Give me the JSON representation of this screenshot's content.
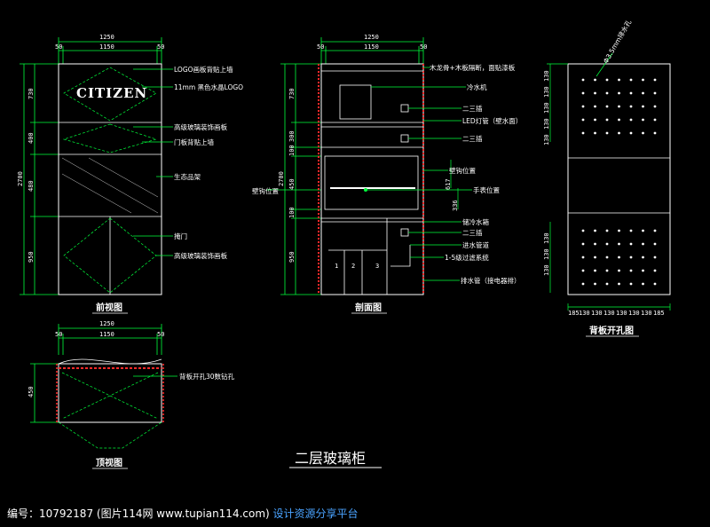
{
  "drawing": {
    "main_title": "二层玻璃柜",
    "front_view": {
      "title": "前视图",
      "dims_top": [
        "1250",
        "50",
        "1150",
        "50"
      ],
      "dims_left_total": "2700",
      "dims_left": [
        "730",
        "400",
        "480",
        "950"
      ],
      "logo": "CITIZEN",
      "labels": [
        "LOGO画板背贴上墙",
        "11mm 黑色水晶LOGO",
        "高级玻璃装饰画板",
        "门板背贴上墙",
        "生态品架",
        "掩门",
        "高级玻璃装饰画板"
      ]
    },
    "section_view": {
      "title": "剖面图",
      "dims_top": [
        "1250",
        "50",
        "1150",
        "50"
      ],
      "dims_left_total": "2700",
      "dims_left": [
        "730",
        "300",
        "100",
        "450",
        "100",
        "950"
      ],
      "dims_inner": [
        "617",
        "336"
      ],
      "left_labels": [
        "壁钩位置"
      ],
      "labels": [
        "木龙骨+木板隔断，面贴漆板",
        "冷水机",
        "二三插",
        "LED灯管（壁水面）",
        "二三插",
        "壁钩位置",
        "手表位置",
        "储冷水箱",
        "二三插",
        "进水管道",
        "1-5级过滤系统",
        "排水管（接电器排）"
      ],
      "drawer_numbers": [
        "1",
        "2",
        "3"
      ]
    },
    "back_view": {
      "title": "背板开孔图",
      "note": "Φ3.5mm排水孔",
      "dims_bottom": [
        "185",
        "130",
        "130",
        "130",
        "130",
        "130",
        "130",
        "185"
      ],
      "dims_left": [
        "130",
        "130",
        "130",
        "130",
        "130"
      ]
    },
    "top_view": {
      "title": "顶视图",
      "dims_top": [
        "1250",
        "50",
        "1150",
        "50"
      ],
      "dims_left": [
        "450"
      ],
      "labels": [
        "背板开孔30数钻孔"
      ]
    }
  },
  "watermark": {
    "text": "编号：10792187 (图片114网 www.tupian114.com)",
    "link_text": "设计资源分享平台"
  },
  "colors": {
    "background": "#000000",
    "line": "#ffffff",
    "label": "#00ff3c",
    "dim": "#00ff3c",
    "accent": "#ff2a2a"
  }
}
